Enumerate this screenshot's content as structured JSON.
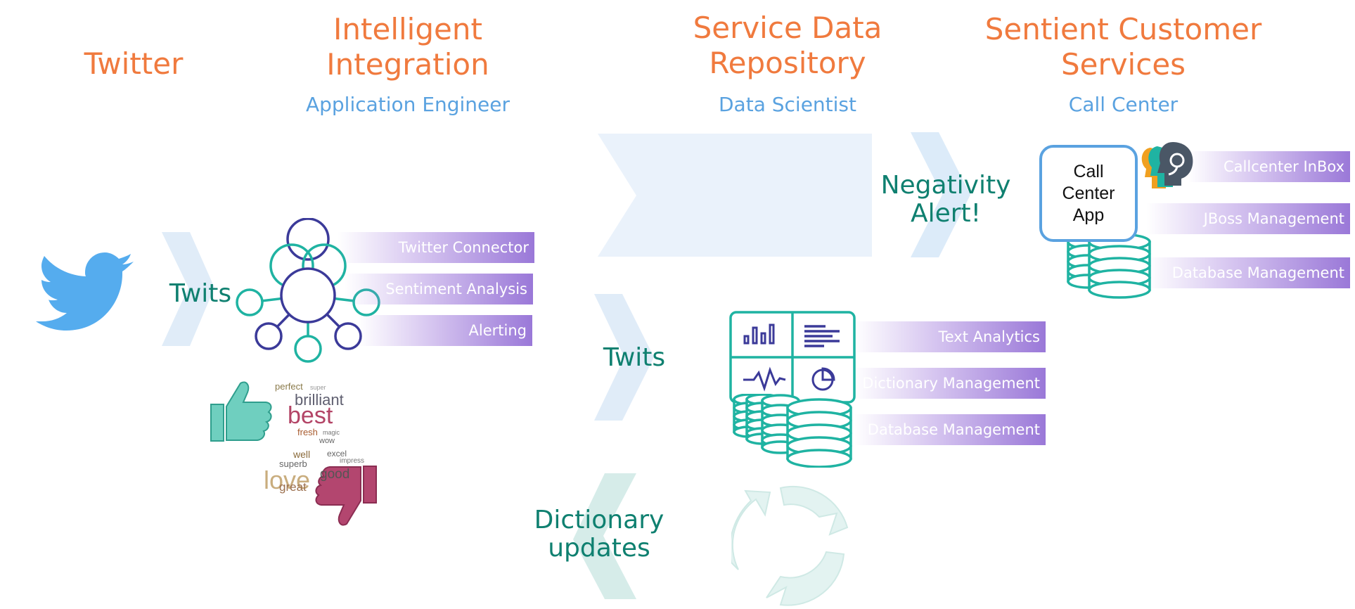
{
  "headers": {
    "twitter": "Twitter",
    "integration": "Intelligent\nIntegration",
    "repository": "Service Data\nRepository",
    "sentient": "Sentient Customer\nServices"
  },
  "roles": {
    "integration": "Application Engineer",
    "repository": "Data Scientist",
    "sentient": "Call Center"
  },
  "flows": {
    "twits_left": "Twits",
    "twits_mid": "Twits",
    "alert": "Negativity\nAlert!",
    "dictionary": "Dictionary\nupdates"
  },
  "integration_bars": [
    "Twitter Connector",
    "Sentiment Analysis",
    "Alerting"
  ],
  "repository_bars": [
    "Text Analytics",
    "Dictionary Management",
    "Database Management"
  ],
  "callcenter_bars": [
    "Callcenter InBox",
    "JBoss Management",
    "Database Management"
  ],
  "call_center_app": "Call\nCenter\nApp",
  "word_cloud": {
    "w1": "perfect",
    "w2": "super",
    "w3": "brilliant",
    "w4": "best",
    "w5": "fresh",
    "w6": "magic",
    "w7": "wow",
    "w8": "well",
    "w9": "superb",
    "w10": "excel",
    "w11": "impress",
    "w12": "love",
    "w13": "good",
    "w14": "great"
  },
  "colors": {
    "header": "#f07a3e",
    "role": "#5aa2e0",
    "flow_text": "#0f8070",
    "bar": "#9a78d8",
    "teal_icon": "#1fb3a2",
    "navy_icon": "#3b3a99",
    "twitter_blue": "#55acee"
  }
}
